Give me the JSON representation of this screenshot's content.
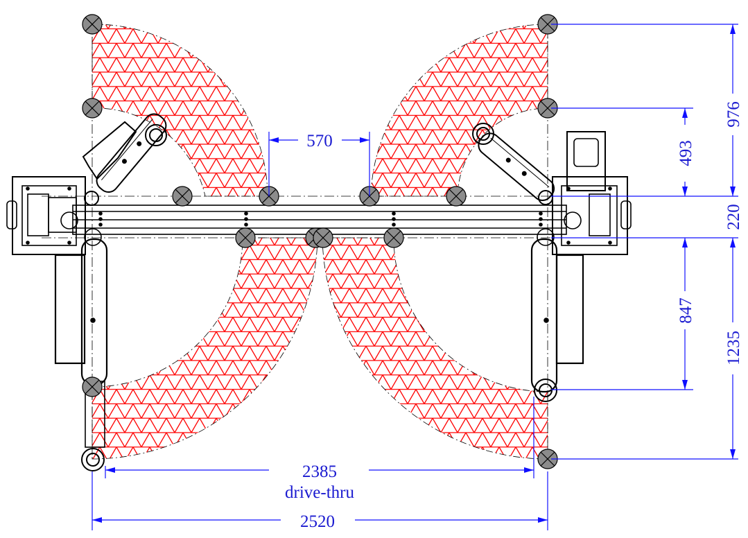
{
  "dimensions": {
    "top_gap": "570",
    "right_upper_inner": "493",
    "right_upper_outer": "976",
    "right_column": "220",
    "right_lower_inner": "847",
    "right_lower_outer": "1235",
    "drive_thru_value": "2385",
    "drive_thru_label": "drive-thru",
    "overall_width": "2520"
  },
  "colors": {
    "dimension": "#1010ff",
    "hatch": "#ff0000",
    "pad": "#8c8c8c",
    "outline": "#000000"
  }
}
